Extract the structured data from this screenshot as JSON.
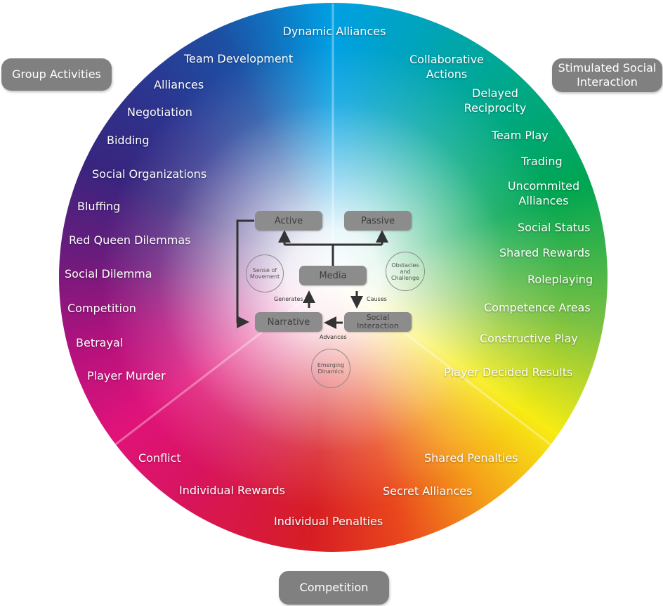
{
  "corners": {
    "top_left": "Group Activities",
    "top_right": "Stimulated Social Interaction",
    "bottom": "Competition"
  },
  "wheel_labels": {
    "dynamic_alliances": "Dynamic Alliances",
    "team_development": "Team Development",
    "alliances": "Alliances",
    "negotiation": "Negotiation",
    "bidding": "Bidding",
    "social_organizations": "Social Organizations",
    "bluffing": "Bluffing",
    "red_queen_dilemmas": "Red Queen Dilemmas",
    "social_dilemma": "Social Dilemma",
    "competition": "Competition",
    "betrayal": "Betrayal",
    "player_murder": "Player Murder",
    "collaborative_actions": "Collaborative\nActions",
    "delayed_reciprocity": "Delayed\nReciprocity",
    "team_play": "Team Play",
    "trading": "Trading",
    "uncommited_alliances": "Uncommited\nAlliances",
    "social_status": "Social Status",
    "shared_rewards": "Shared Rewards",
    "roleplaying": "Roleplaying",
    "competence_areas": "Competence Areas",
    "constructive_play": "Constructive Play",
    "player_decided_results": "Player Decided Results",
    "conflict": "Conflict",
    "individual_rewards": "Individual Rewards",
    "individual_penalties": "Individual Penalties",
    "shared_penalties": "Shared Penalties",
    "secret_alliances": "Secret Alliances"
  },
  "center": {
    "active": "Active",
    "passive": "Passive",
    "media": "Media",
    "narrative": "Narrative",
    "social_interaction": "Social\nInteraction",
    "sense_of_movement": "Sense of\nMovement",
    "obstacles_and_challenge": "Obstacles\nand\nChallenge",
    "emerging_dinamics": "Emerging\nDinamics",
    "generates": "Generates",
    "causes": "Causes",
    "advances": "Advances"
  }
}
